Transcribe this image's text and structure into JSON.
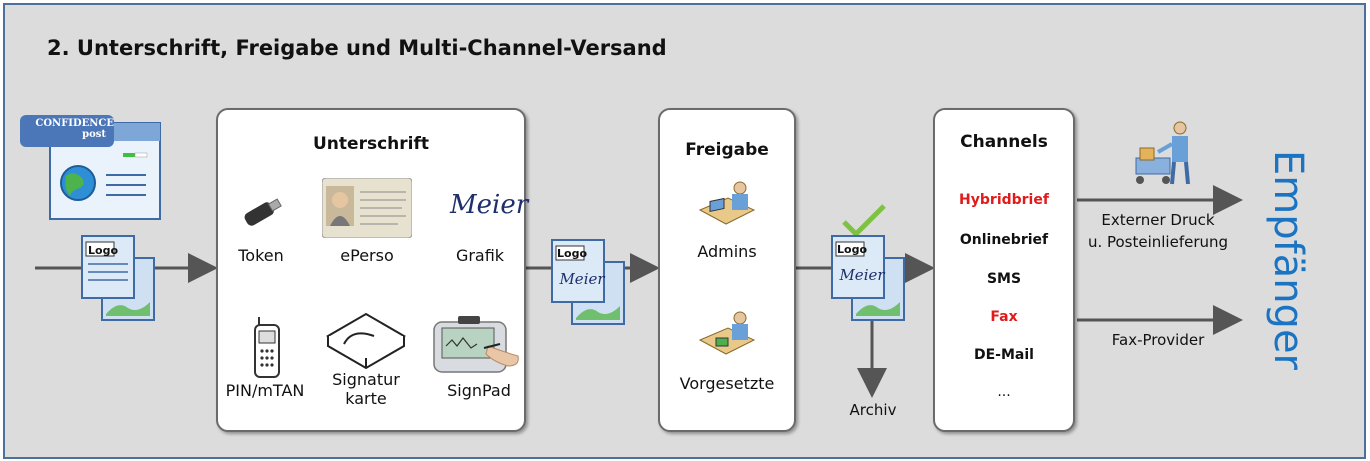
{
  "title": "2. Unterschrift, Freigabe und Multi-Channel-Versand",
  "confidence_logo": {
    "line1": "CONFIDENCE",
    "line2": "post"
  },
  "doc_logo": "Logo",
  "signature_word": "Meier",
  "unterschrift": {
    "header": "Unterschrift",
    "items": [
      "Token",
      "ePerso",
      "Grafik",
      "PIN/mTAN",
      "Signatur",
      "karte",
      "SignPad"
    ]
  },
  "freigabe": {
    "header": "Freigabe",
    "items": [
      "Admins",
      "Vorgesetzte"
    ]
  },
  "archiv": "Archiv",
  "channels": {
    "header": "Channels",
    "items": [
      "Hybridbrief",
      "Onlinebrief",
      "SMS",
      "Fax",
      "DE-Mail",
      "..."
    ]
  },
  "arrows": {
    "druck_line1": "Externer Druck",
    "druck_line2": "u. Posteinlieferung",
    "fax": "Fax-Provider"
  },
  "recipient": "Empfänger",
  "colors": {
    "accent_blue": "#1b74c2",
    "red": "#e01b1b",
    "frame": "#4d6f9b",
    "check": "#7dc242"
  }
}
